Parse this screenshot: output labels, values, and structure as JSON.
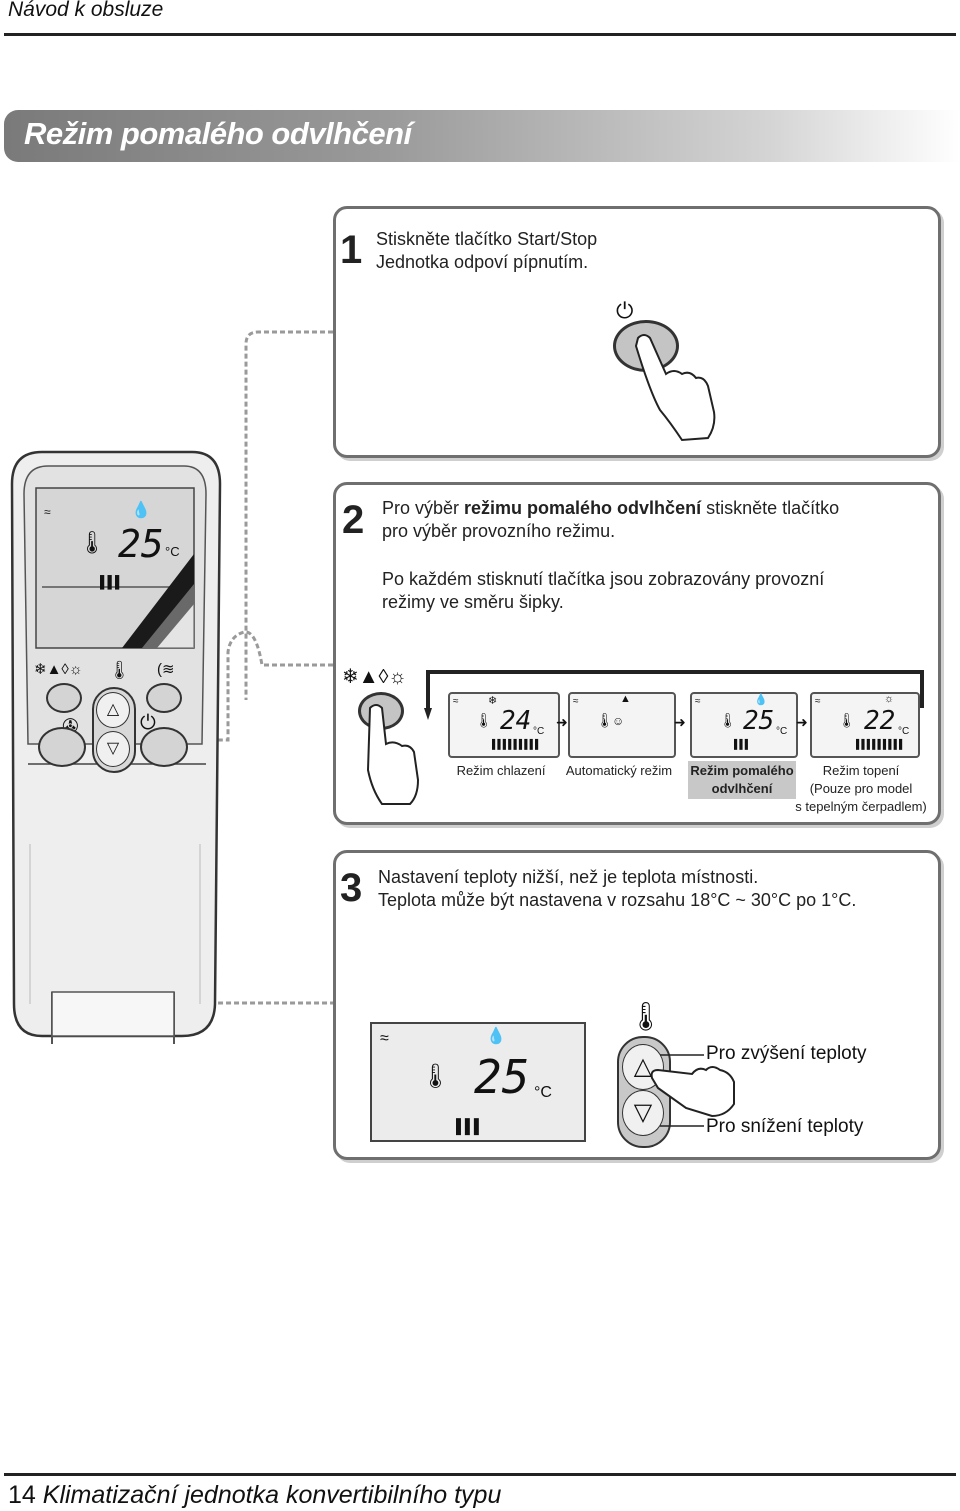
{
  "header": {
    "title": "Návod k obsluze"
  },
  "section": {
    "title": "Režim pomalého odvlhčení"
  },
  "step1": {
    "num": "1",
    "line1": "Stiskněte tlačítko Start/Stop",
    "line2": "Jednotka odpoví pípnutím."
  },
  "step2": {
    "num": "2",
    "line1_pre": "Pro výběr ",
    "line1_bold": "režimu pomalého odvlhčení",
    "line1_post": " stiskněte tlačítko",
    "line2": "pro výběr provozního režimu.",
    "line3": "Po každém stisknutí tlačítka jsou zobrazovány provozní",
    "line4": "režimy ve směru šipky."
  },
  "modes": [
    {
      "temp": "24",
      "unit": "°C",
      "label1": "Režim chlazení",
      "label2": "",
      "label3": ""
    },
    {
      "temp": "",
      "unit": "",
      "label1": "Automatický režim",
      "label2": "",
      "label3": ""
    },
    {
      "temp": "25",
      "unit": "°C",
      "label1": "Režim pomalého",
      "label2": "odvlhčení",
      "label3": ""
    },
    {
      "temp": "22",
      "unit": "°C",
      "label1": "Režim topení",
      "label2": "(Pouze pro model",
      "label3": "s tepelným čerpadlem)"
    }
  ],
  "step3": {
    "num": "3",
    "line1": "Nastavení teploty nižší, než je teplota místnosti.",
    "line2": "Teplota může být nastavena v rozsahu 18°C ~ 30°C po 1°C."
  },
  "display": {
    "temp": "25",
    "unit": "°C"
  },
  "remote_display": {
    "temp": "25",
    "unit": "°C"
  },
  "temp_buttons": {
    "up_label": "Pro zvýšení teploty",
    "down_label": "Pro snížení teploty"
  },
  "footer": {
    "page": "14",
    "title": "Klimatizační jednotka konvertibilního typu"
  }
}
